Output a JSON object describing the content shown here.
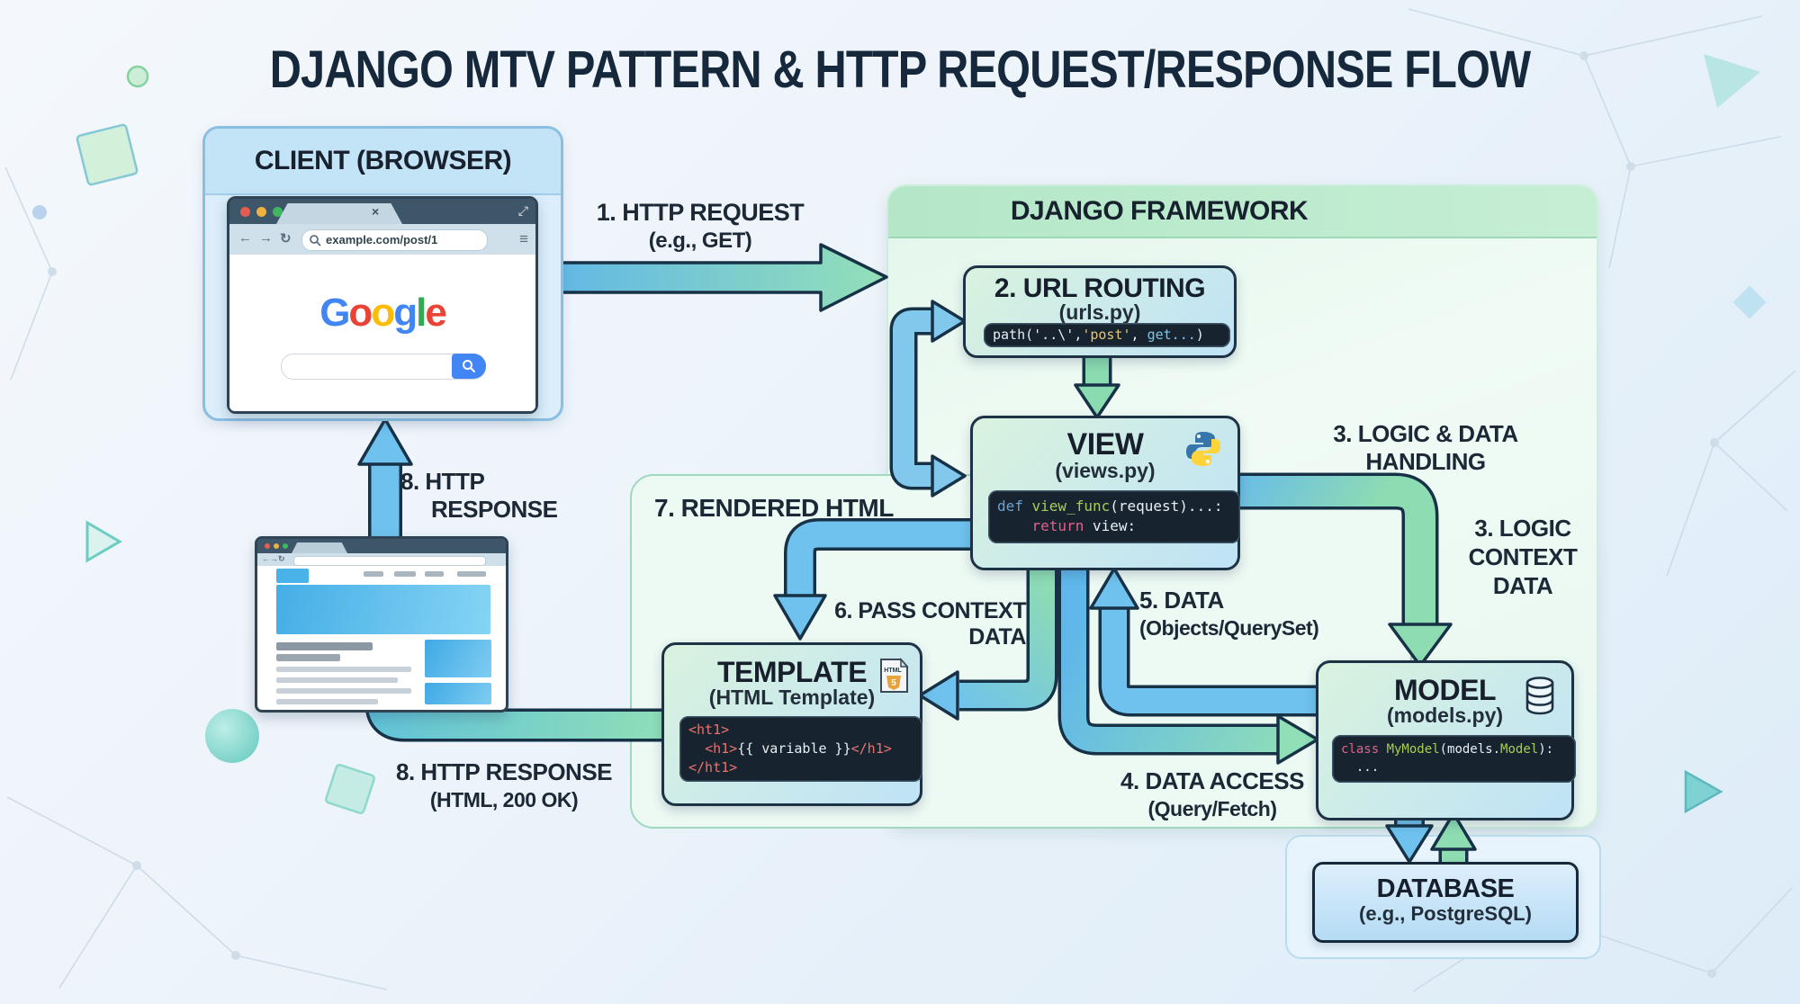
{
  "title": "DJANGO MTV PATTERN & HTTP REQUEST/RESPONSE FLOW",
  "client": {
    "title": "CLIENT (BROWSER)",
    "browser": {
      "url": "example.com/post/1",
      "tab_close": "×",
      "expand": "⤢",
      "back": "←",
      "forward": "→",
      "reload": "↻",
      "menu": "≡",
      "google_letters": [
        {
          "t": "G",
          "color": "#4285F4"
        },
        {
          "t": "o",
          "color": "#EA4335"
        },
        {
          "t": "o",
          "color": "#FBBC05"
        },
        {
          "t": "g",
          "color": "#4285F4"
        },
        {
          "t": "l",
          "color": "#34A853"
        },
        {
          "t": "e",
          "color": "#EA4335"
        }
      ]
    }
  },
  "framework": {
    "title": "DJANGO FRAMEWORK"
  },
  "url_routing": {
    "title": "2. URL ROUTING",
    "subtitle": "(urls.py)",
    "code": [
      [
        {
          "t": "path(",
          "c": "fg"
        },
        {
          "t": "'..\\'",
          "c": "fg"
        },
        {
          "t": ",",
          "c": "fg"
        },
        {
          "t": "'post'",
          "c": "gold"
        },
        {
          "t": ", ",
          "c": "fg"
        },
        {
          "t": "get...",
          "c": "blue"
        },
        {
          "t": ")",
          "c": "fg"
        }
      ]
    ]
  },
  "view": {
    "title": "VIEW",
    "subtitle": "(views.py)",
    "code": [
      [
        {
          "t": "def ",
          "c": "kw"
        },
        {
          "t": "view_func",
          "c": "fn"
        },
        {
          "t": "(request)...:",
          "c": "fg"
        }
      ],
      [
        {
          "t": "    ",
          "c": "fg"
        },
        {
          "t": "return ",
          "c": "pink"
        },
        {
          "t": "view:",
          "c": "fg"
        }
      ]
    ]
  },
  "template": {
    "title": "TEMPLATE",
    "subtitle": "(HTML Template)",
    "badge": {
      "label": "HTML",
      "number": "5"
    },
    "code": [
      [
        {
          "t": "<ht1>",
          "c": "red"
        }
      ],
      [
        {
          "t": "  ",
          "c": "fg"
        },
        {
          "t": "<h1>",
          "c": "red"
        },
        {
          "t": "{{ variable }}",
          "c": "fg"
        },
        {
          "t": "</h1>",
          "c": "red"
        }
      ],
      [
        {
          "t": "</ht1>",
          "c": "red"
        }
      ]
    ]
  },
  "model": {
    "title": "MODEL",
    "subtitle": "(models.py)",
    "code": [
      [
        {
          "t": "class ",
          "c": "pink"
        },
        {
          "t": "MyModel",
          "c": "fn"
        },
        {
          "t": "(models.",
          "c": "fg"
        },
        {
          "t": "Model",
          "c": "fn"
        },
        {
          "t": "):",
          "c": "fg"
        }
      ],
      [
        {
          "t": "  ...",
          "c": "fg"
        }
      ]
    ]
  },
  "database": {
    "title": "DATABASE",
    "subtitle": "(e.g., PostgreSQL)"
  },
  "labels": {
    "l1a": "1. HTTP REQUEST",
    "l1b": "(e.g., GET)",
    "l3a": "3. LOGIC & DATA",
    "l3b": "HANDLING",
    "l3c": "3. LOGIC",
    "l3d": "CONTEXT",
    "l3e": "DATA",
    "l4a": "4. DATA ACCESS",
    "l4b": "(Query/Fetch)",
    "l5a": "5. DATA",
    "l5b": "(Objects/QuerySet)",
    "l6a": "6. PASS CONTEXT",
    "l6b": "DATA",
    "l7": "7. RENDERED HTML",
    "l8a": "8. HTTP",
    "l8b": "RESPONSE",
    "l8c": "8. HTTP RESPONSE",
    "l8d": "(HTML, 200 OK)"
  },
  "colors": {
    "arrow_blue": "#6fc2ee",
    "arrow_green": "#8edcb2",
    "box_border": "#1d3345",
    "framework_header": "#b5e8c8",
    "client_header": "#c3e3f6",
    "code_bg": "#17242f"
  }
}
